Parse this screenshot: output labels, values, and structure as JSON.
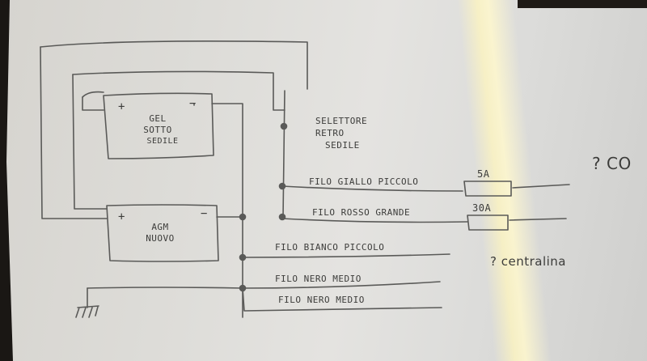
{
  "diagram": {
    "type": "hand-drawn wiring schematic",
    "colors": {
      "ink": "#555553",
      "paper": "#dcdbd7",
      "highlight": "#fff6c0"
    },
    "components": {
      "battery_gel": {
        "lines": [
          "GEL",
          "SOTTO",
          "SEDILE"
        ],
        "plus": "+",
        "minus": "−"
      },
      "battery_agm": {
        "lines": [
          "AGM",
          "NUOVO"
        ],
        "plus": "+",
        "minus": "−"
      },
      "selector": {
        "lines": [
          "SELETTORE",
          "RETRO",
          "SEDILE"
        ]
      },
      "fuse_small": {
        "rating": "5A"
      },
      "fuse_large": {
        "rating": "30A"
      },
      "ground": {
        "symbol": "ground-symbol"
      }
    },
    "wires": [
      {
        "label": "FILO GIALLO PICCOLO"
      },
      {
        "label": "FILO ROSSO GRANDE"
      },
      {
        "label": "FILO BIANCO PICCOLO"
      },
      {
        "label": "FILO NERO MEDIO"
      },
      {
        "label": "FILO NERO MEDIO"
      }
    ],
    "notes": [
      {
        "text": "? CO"
      },
      {
        "text": "? centralina"
      }
    ]
  }
}
